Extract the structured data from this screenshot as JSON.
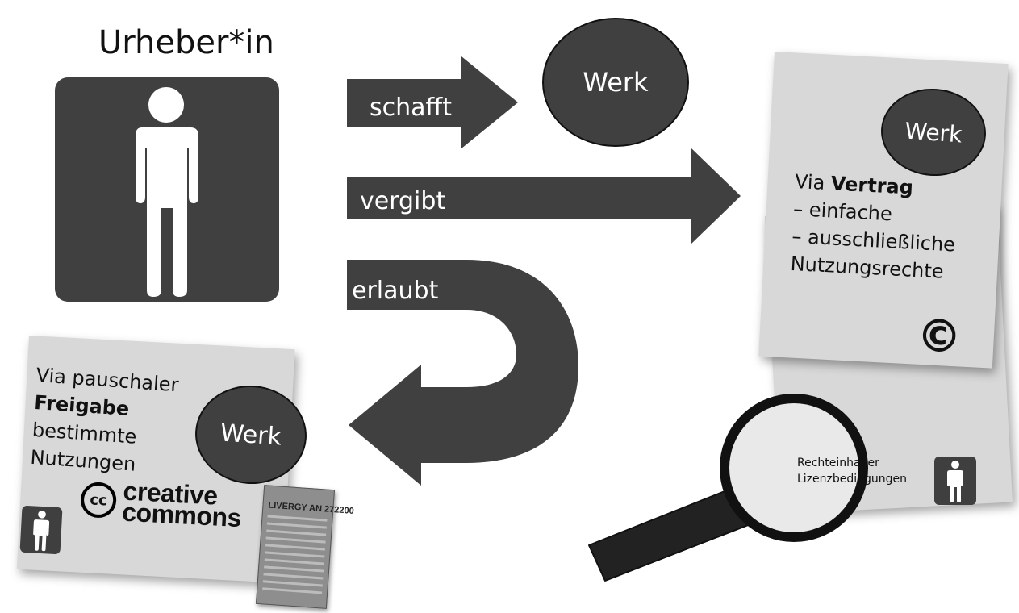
{
  "title": "Urheber*in",
  "arrows": {
    "schafft": "schafft",
    "vergibt": "vergibt",
    "erlaubt": "erlaubt"
  },
  "werk_label": "Werk",
  "vertrag_card": {
    "line1_pre": "Via ",
    "line1_bold": "Vertrag",
    "line2": "– einfache",
    "line3": "– ausschließliche",
    "line4": "Nutzungsrechte",
    "symbol": "©"
  },
  "freigabe_card": {
    "line1": "Via pauschaler",
    "line2": "Freigabe",
    "line3": "bestimmte",
    "line4": "Nutzungen",
    "cc_mark": "cc",
    "cc_word1": "creative",
    "cc_word2": "commons"
  },
  "tag": {
    "title": "LIVERGY  AN 272200"
  },
  "magnifier": {
    "line1": "Rechteinhaber",
    "line2": "Lizenzbedingungen"
  },
  "icons": [
    "person-icon",
    "copyright-icon",
    "cc-logo-icon",
    "magnifier-icon",
    "laundry-tag-icon"
  ]
}
